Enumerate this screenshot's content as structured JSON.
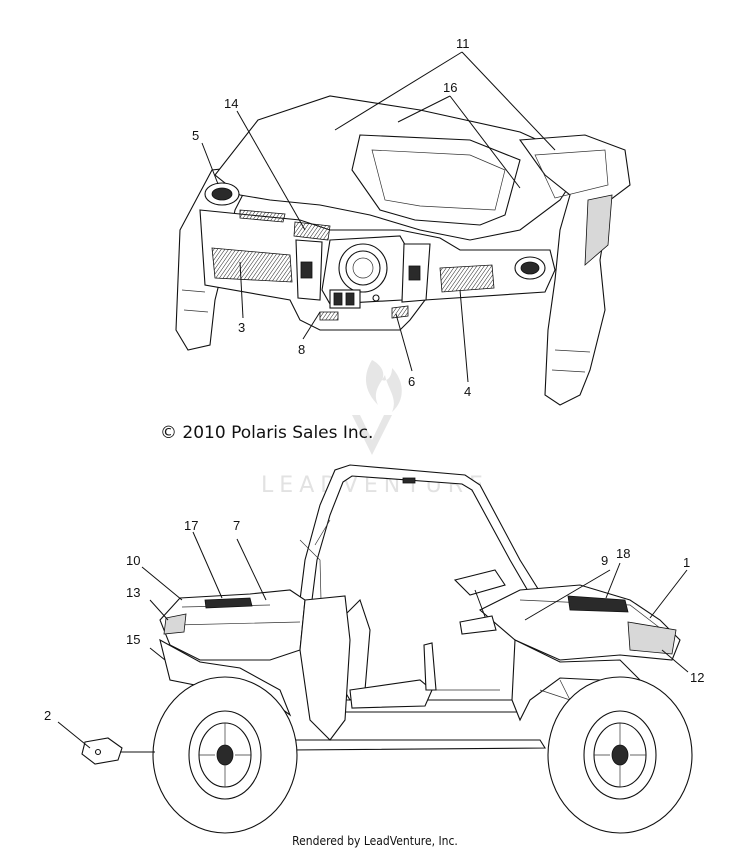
{
  "diagram": {
    "copyright": "© 2010 Polaris Sales Inc.",
    "footer": "Rendered by LeadVenture, Inc.",
    "watermark": "LEADVENTURE",
    "callouts": {
      "c1": "1",
      "c2": "2",
      "c3": "3",
      "c4": "4",
      "c5": "5",
      "c6": "6",
      "c7": "7",
      "c8": "8",
      "c9": "9",
      "c10": "10",
      "c11": "11",
      "c12": "12",
      "c13": "13",
      "c14": "14",
      "c15": "15",
      "c16": "16",
      "c17": "17",
      "c18": "18"
    }
  }
}
